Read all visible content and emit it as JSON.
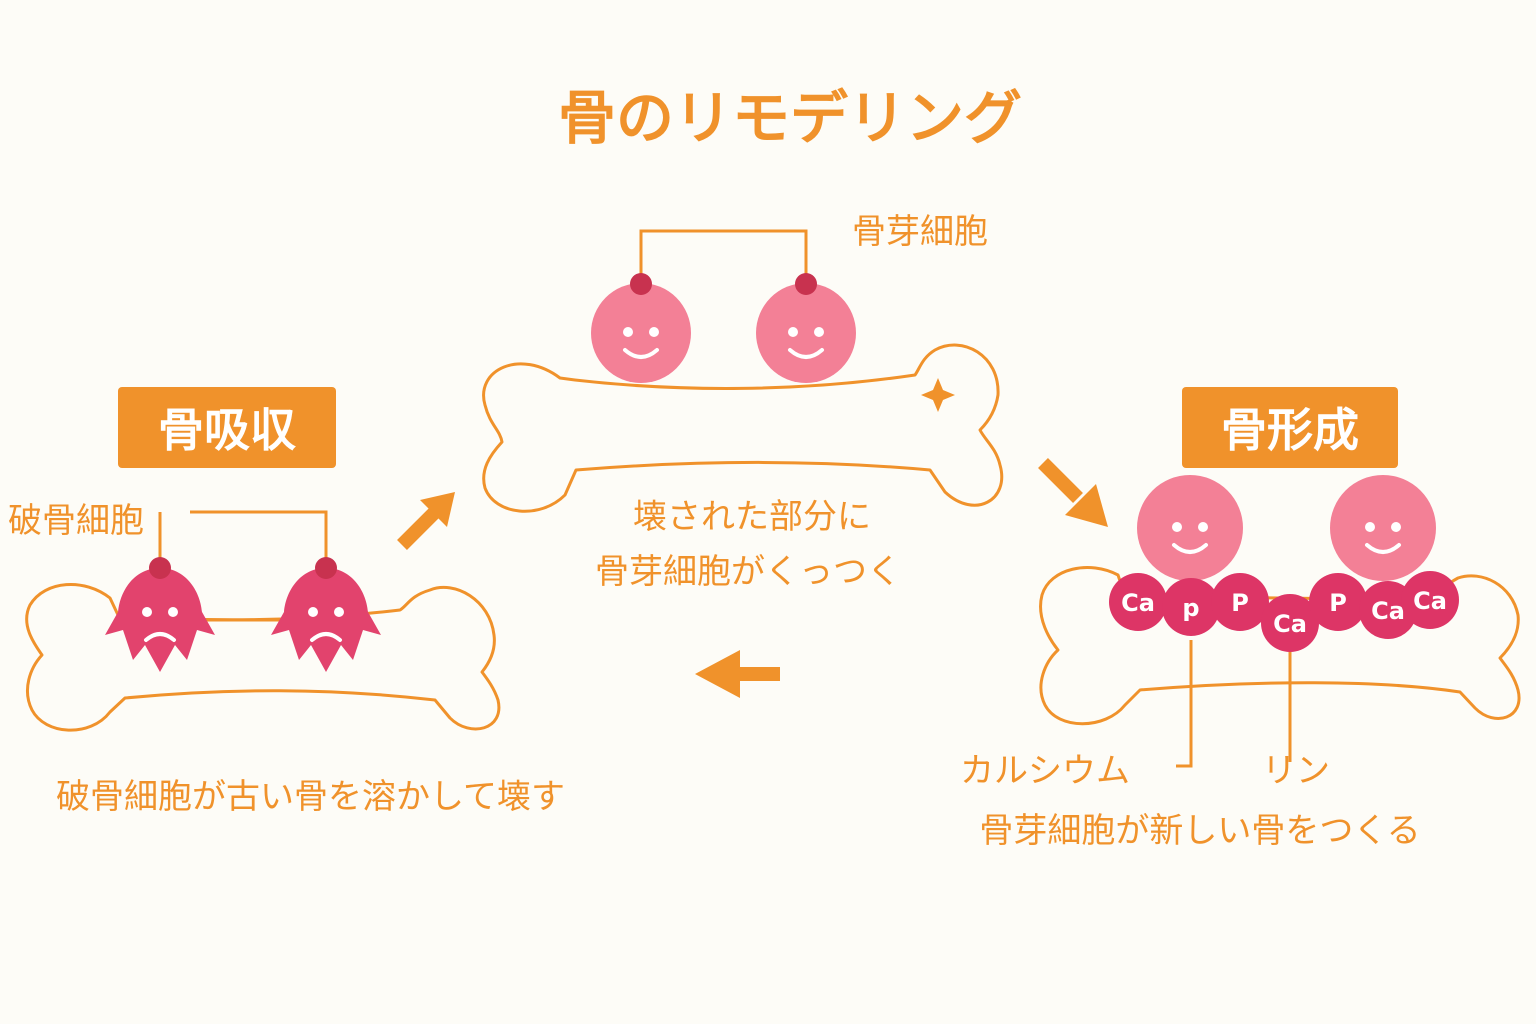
{
  "title": "骨のリモデリング",
  "stages": {
    "resorption": {
      "badge": "骨吸収",
      "cell_label": "破骨細胞",
      "caption": "破骨細胞が古い骨を溶かして壊す"
    },
    "attachment": {
      "cell_label": "骨芽細胞",
      "caption_line1": "壊された部分に",
      "caption_line2": "骨芽細胞がくっつく"
    },
    "formation": {
      "badge": "骨形成",
      "minerals": [
        "Ca",
        "p",
        "P",
        "Ca",
        "P",
        "Ca",
        "Ca"
      ],
      "calcium_label": "カルシウム",
      "phosphorus_label": "リン",
      "caption": "骨芽細胞が新しい骨をつくる"
    }
  },
  "colors": {
    "accent": "#f0922b",
    "osteoblast": "#f38096",
    "osteoclast": "#e2436d",
    "mineral": "#dd3566",
    "node": "#c8324f",
    "background": "#fdfcf7"
  }
}
